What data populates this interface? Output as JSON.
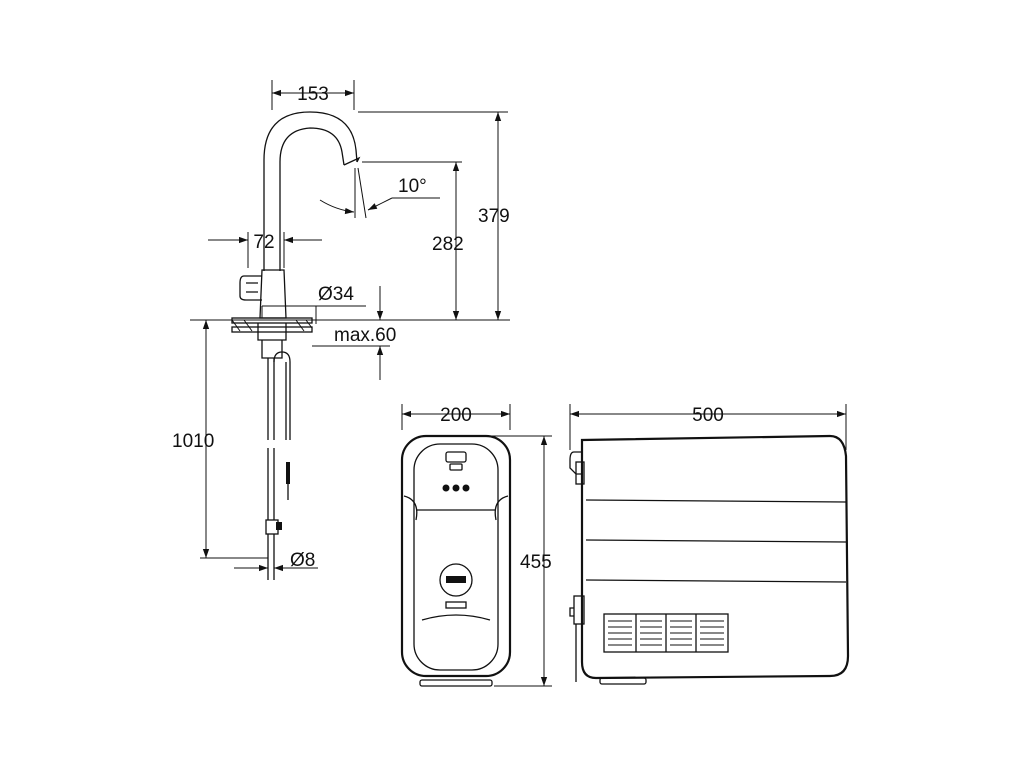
{
  "dimensions": {
    "faucet_reach": "153",
    "spout_angle": "10°",
    "faucet_height_total": "379",
    "spout_height": "282",
    "base_width": "72",
    "hole_diameter": "Ø34",
    "max_thickness": "max.60",
    "hose_length": "1010",
    "hose_diameter": "Ø8",
    "unit_width": "200",
    "unit_height": "455",
    "unit_depth": "500"
  },
  "colors": {
    "line": "#111111",
    "background": "#ffffff"
  },
  "icons": [
    "faucet-side-view",
    "chiller-front-view",
    "chiller-side-view"
  ]
}
